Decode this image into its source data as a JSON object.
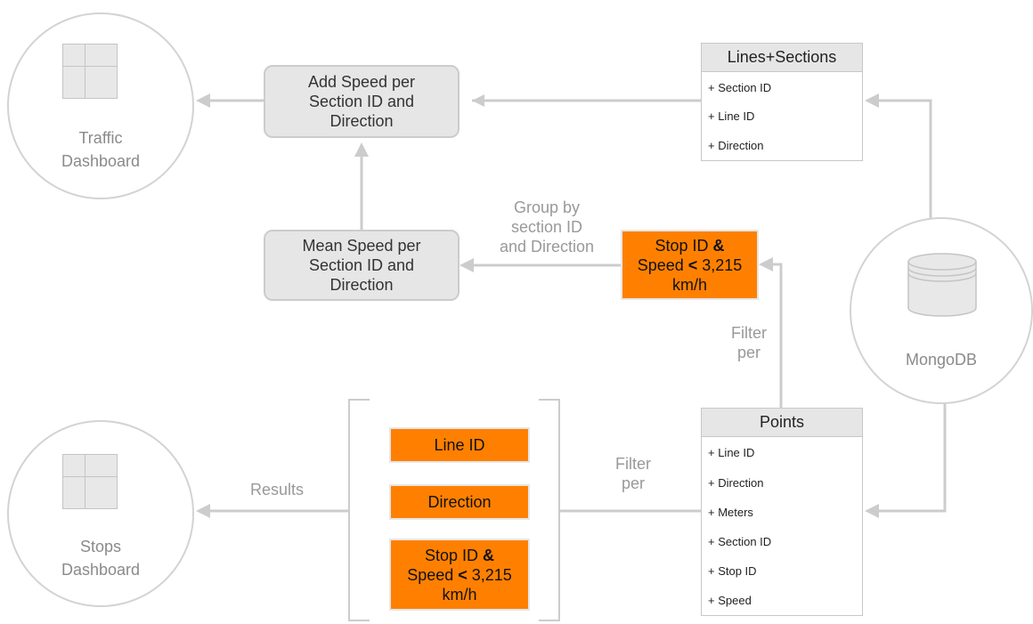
{
  "nodes": {
    "traffic_dashboard": {
      "label_line1": "Traffic",
      "label_line2": "Dashboard",
      "icon": "dashboard-grid-icon"
    },
    "stops_dashboard": {
      "label_line1": "Stops",
      "label_line2": "Dashboard",
      "icon": "dashboard-grid-icon"
    },
    "mongodb": {
      "label": "MongoDB",
      "icon": "database-cylinder-icon"
    },
    "add_speed": {
      "line1": "Add Speed per",
      "line2": "Section ID and",
      "line3": "Direction"
    },
    "mean_speed": {
      "line1": "Mean Speed per",
      "line2": "Section ID and",
      "line3": "Direction"
    },
    "filter_stop_speed_top": {
      "line1_a": "Stop ID ",
      "line1_b": "&",
      "line2_a": "Speed ",
      "line2_b": "<",
      "line2_c": " 3,215",
      "line3": "km/h"
    },
    "filter_line_id": {
      "label": "Line ID"
    },
    "filter_direction": {
      "label": "Direction"
    },
    "filter_stop_speed_bottom": {
      "line1_a": "Stop ID ",
      "line1_b": "&",
      "line2_a": "Speed ",
      "line2_b": "<",
      "line2_c": " 3,215",
      "line3": "km/h"
    }
  },
  "entities": {
    "lines_sections": {
      "title": "Lines+Sections",
      "fields": [
        "+ Section ID",
        "+ Line ID",
        "+ Direction"
      ]
    },
    "points": {
      "title": "Points",
      "fields": [
        "+ Line ID",
        "+ Direction",
        "+ Meters",
        "+ Section ID",
        "+ Stop ID",
        "+ Speed"
      ]
    }
  },
  "edge_labels": {
    "group_by": {
      "line1": "Group by",
      "line2": "section ID",
      "line3": "and Direction"
    },
    "filter_per_right": {
      "line1": "Filter",
      "line2": "per"
    },
    "filter_per_bottom": {
      "line1": "Filter",
      "line2": "per"
    },
    "results": "Results"
  },
  "colors": {
    "accent_orange": "#ff8000",
    "process_fill": "#e6e6e6",
    "connector": "#cccccc",
    "muted_text": "#999999"
  }
}
